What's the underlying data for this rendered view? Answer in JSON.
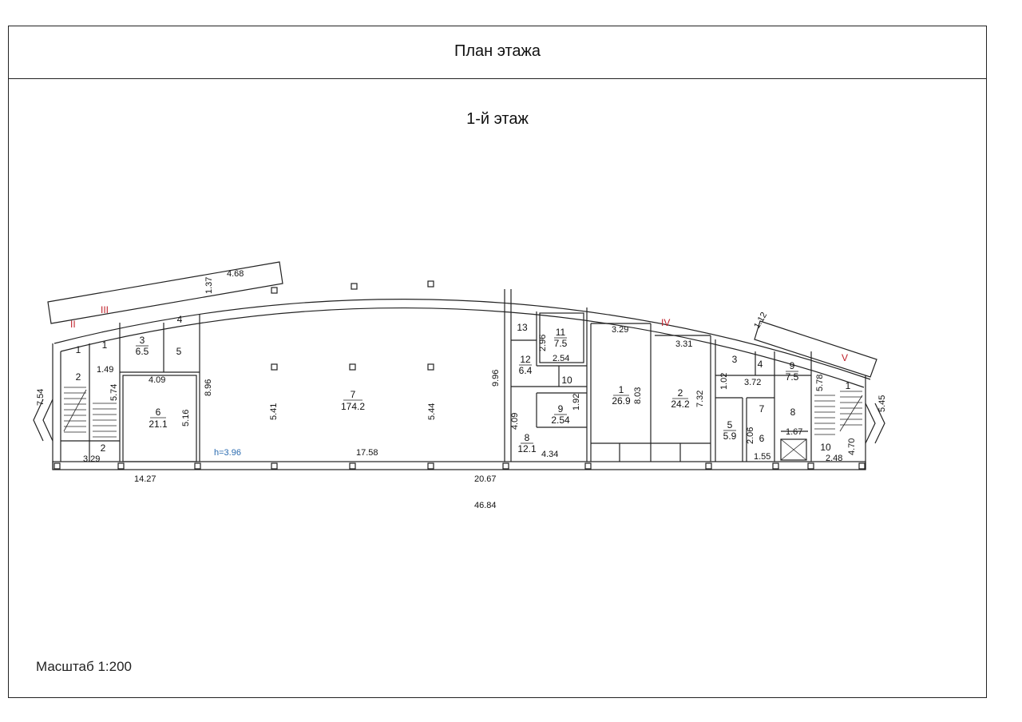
{
  "title": "План этажа",
  "subtitle": "1-й этаж",
  "scale": "Масштаб 1:200",
  "height_note": "h=3.96",
  "sections": [
    "II",
    "III",
    "IV",
    "V"
  ],
  "rooms": [
    {
      "id": "r2l",
      "no": "2",
      "area": ""
    },
    {
      "id": "r1a",
      "no": "1",
      "area": ""
    },
    {
      "id": "r2b",
      "no": "2",
      "area": ""
    },
    {
      "id": "r1b",
      "no": "1",
      "area": ""
    },
    {
      "id": "r3",
      "no": "3",
      "area": "6.5"
    },
    {
      "id": "r4",
      "no": "4",
      "area": ""
    },
    {
      "id": "r5",
      "no": "5",
      "area": ""
    },
    {
      "id": "r6",
      "no": "6",
      "area": "21.1"
    },
    {
      "id": "r7",
      "no": "7",
      "area": "174.2"
    },
    {
      "id": "r13",
      "no": "13",
      "area": ""
    },
    {
      "id": "r11",
      "no": "11",
      "area": "7.5"
    },
    {
      "id": "r12",
      "no": "12",
      "area": "6.4"
    },
    {
      "id": "r10a",
      "no": "10",
      "area": ""
    },
    {
      "id": "r9a",
      "no": "9",
      "area": "2.54"
    },
    {
      "id": "r8a",
      "no": "8",
      "area": "12.1"
    },
    {
      "id": "rB1",
      "no": "1",
      "area": "26.9"
    },
    {
      "id": "rB2",
      "no": "2",
      "area": "24.2"
    },
    {
      "id": "rC3",
      "no": "3",
      "area": ""
    },
    {
      "id": "rC4",
      "no": "4",
      "area": ""
    },
    {
      "id": "rC9",
      "no": "9",
      "area": "7.5"
    },
    {
      "id": "rC5",
      "no": "5",
      "area": "5.9"
    },
    {
      "id": "rC7",
      "no": "7",
      "area": ""
    },
    {
      "id": "rC8",
      "no": "8",
      "area": ""
    },
    {
      "id": "rC6",
      "no": "6",
      "area": ""
    },
    {
      "id": "rC10",
      "no": "10",
      "area": ""
    },
    {
      "id": "rC1",
      "no": "1",
      "area": ""
    }
  ],
  "dimensions": {
    "d468": "4.68",
    "d137": "1.37",
    "d754": "7.54",
    "d149": "1.49",
    "d574": "5.74",
    "d329": "3.29",
    "d409": "4.09",
    "d516": "5.16",
    "d896": "8.96",
    "d1427": "14.27",
    "d541": "5.41",
    "d544": "5.44",
    "d1758": "17.58",
    "d2067": "20.67",
    "d4684": "46.84",
    "d996": "9.96",
    "d296": "2.96",
    "d254a": "2.54",
    "d192": "1.92",
    "d409b": "4.09",
    "d434": "4.34",
    "d329b": "3.29",
    "d331": "3.31",
    "d803": "8.03",
    "d732": "7.32",
    "d112": "1.12",
    "d102": "1.02",
    "d372": "3.72",
    "d578": "5.78",
    "d206": "2.06",
    "d167": "1.67",
    "d155": "1.55",
    "d248": "2.48",
    "d470": "4.70",
    "d545": "5.45"
  }
}
